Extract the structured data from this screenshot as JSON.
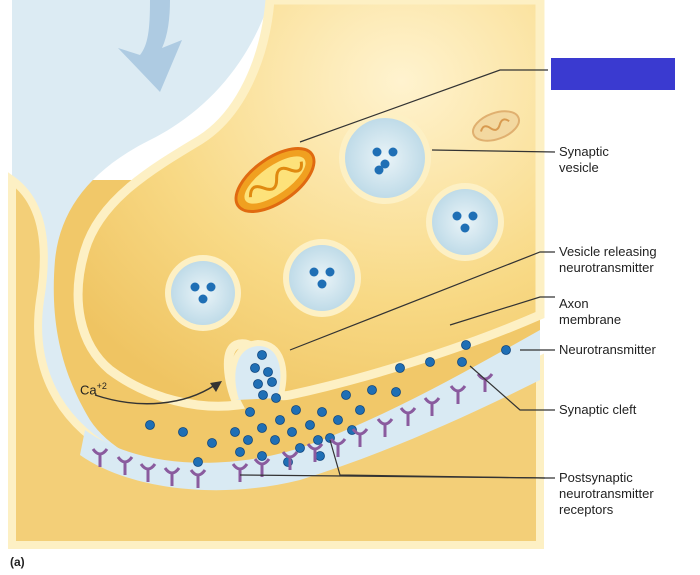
{
  "labels": {
    "synaptic_vesicle": "Synaptic\nvesicle",
    "vesicle_releasing": "Vesicle releasing\nneurotransmitter",
    "axon_membrane": "Axon\nmembrane",
    "neurotransmitter": "Neurotransmitter",
    "synaptic_cleft": "Synaptic cleft",
    "receptors": "Postsynaptic\nneurotransmitter\nreceptors",
    "calcium": "Ca",
    "calcium_charge": "+2",
    "panel": "(a)"
  },
  "colors": {
    "cytoplasm": "#f6d27a",
    "membrane": "#fdf0c4",
    "cleft": "#dcebf3",
    "vesicle_fill": "#d6e9f2",
    "molecule": "#1f6fb5",
    "receptor": "#8a5b9e",
    "mitochondrion": "#f0a020",
    "hidden_label_box": "#3a3ad0",
    "arrow": "#a8c8e0"
  }
}
